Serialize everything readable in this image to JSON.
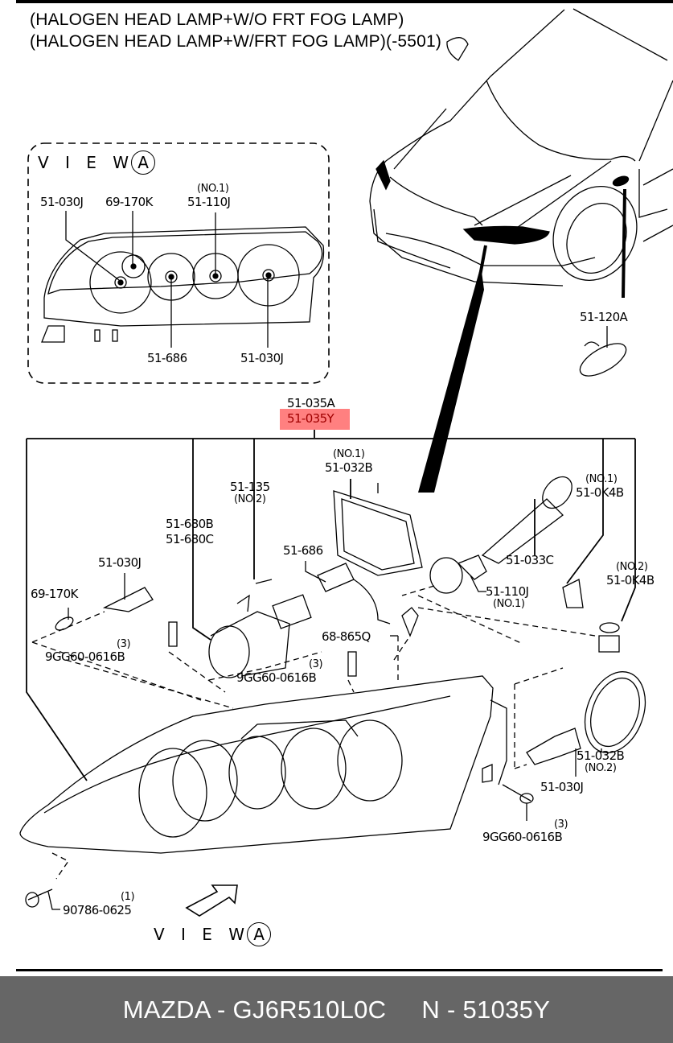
{
  "header": {
    "lines": [
      "(HALOGEN HEAD LAMP+W/O FRT FOG LAMP)",
      "(HALOGEN HEAD LAMP+W/FRT FOG LAMP)(-5501)"
    ]
  },
  "view_a_inset": {
    "title_prefix": "V I E W",
    "title_letter": "A",
    "labels": {
      "bulb_low": "51-030J",
      "bulb_small": "69-170K",
      "bulb_turn_note": "(NO.1)",
      "bulb_turn": "51-110J",
      "bulb_fog": "51-686",
      "bulb_high": "51-030J"
    }
  },
  "side_marker": {
    "label": "51-120A"
  },
  "assembly": {
    "part_a": "51-035A",
    "part_y": "51-035Y",
    "highlight_color": "#ff8080"
  },
  "parts": {
    "cap_no1_note": "(NO.1)",
    "cap_no1": "51-032B",
    "screw_135": "51-135",
    "screw_135_note": "(NO.2)",
    "unit_680b": "51-680B",
    "unit_680c": "51-680C",
    "bulb_686": "51-686",
    "bulb_030j_left": "51-030J",
    "bulb_170k": "69-170K",
    "socket_033c": "51-033C",
    "bulb_110j": "51-110J",
    "bulb_110j_note": "(NO.1)",
    "clip_no1_note": "(NO.1)",
    "clip_no1": "51-0K4B",
    "clip_no2_note": "(NO.2)",
    "clip_no2": "51-0K4B",
    "clip_865q": "68-865Q",
    "bolt_qty_left": "(3)",
    "bolt_left": "9GG60-0616B",
    "bolt_qty_center": "(3)",
    "bolt_center": "9GG60-0616B",
    "cap_no2": "51-032B",
    "cap_no2_note": "(NO.2)",
    "bulb_030j_right": "51-030J",
    "bolt_qty_right": "(3)",
    "bolt_right": "9GG60-0616B",
    "bolt_90786_qty": "(1)",
    "bolt_90786": "90786-0625"
  },
  "view_arrow": {
    "prefix": "V I E W",
    "letter": "A"
  },
  "footer": {
    "brand_part": "MAZDA - GJ6R510L0C",
    "number": "N - 51035Y"
  }
}
